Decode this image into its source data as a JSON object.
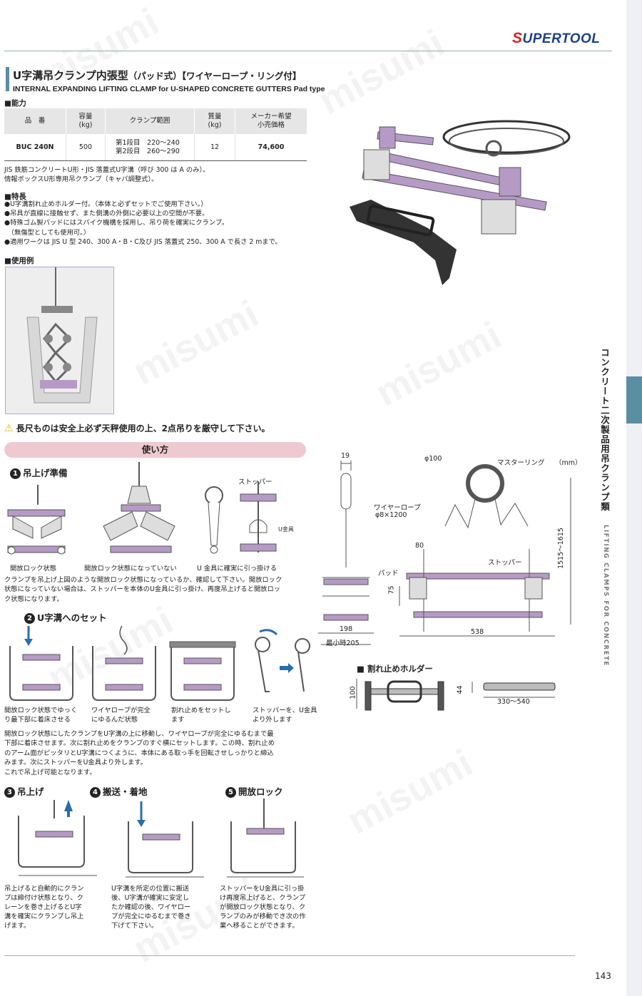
{
  "brand": "SUPERTOOL",
  "title": {
    "jp": "U字溝吊クランプ内張型",
    "jp_sub": "（パッド式）【ワイヤーロープ・リング付】",
    "en": "INTERNAL EXPANDING LIFTING CLAMP for U-SHAPED CONCRETE GUTTERS Pad type"
  },
  "capacity": {
    "heading": "■能力",
    "headers": [
      "品　番",
      "容量\n(kg)",
      "クランプ範囲",
      "質量\n(kg)",
      "メーカー希望\n小売価格"
    ],
    "row": {
      "model": "BUC 240N",
      "capacity": "500",
      "range": "第1段目　220〜240\n第2段目　260〜290",
      "weight": "12",
      "price": "74,600"
    },
    "notes": "JIS 鉄筋コンクリートU形・JIS 落蓋式U字溝（呼び 300 は A のみ）。\n情報ボックスU形専用吊クランプ（キャパ調整式）。"
  },
  "features": {
    "heading": "■特長",
    "text": "●U字溝割れ止めホルダー付。（本体と必ずセットでご使用下さい。）\n●吊具が直線に接触せず、また側溝の外側に必要以上の空間が不要。\n●特殊ゴム製パッドにはスパイク機構を採用し、吊り荷を確実にクランプ。\n　（無傷型としても使用可。）\n●適用ワークは JIS U 型 240、300 A・B・C及び JIS 落蓋式 250、300 A で長さ 2 mまで。"
  },
  "example_heading": "■使用例",
  "warning": "長尺ものは安全上必ず天秤使用の上、2点吊りを厳守して下さい。",
  "usage": {
    "title": "使い方",
    "step1": {
      "num": "1",
      "label": "吊上げ準備",
      "caption_a": "開放ロック状態",
      "caption_b": "開放ロック状態になっていない",
      "caption_c": "U 金具に確実に引っ掛ける",
      "stopper": "ストッパー",
      "ubracket": "U金具",
      "text": "クランプを吊上げ上図のような開放ロック状態になっているか、確認して下さい。開放ロック\n状態になっていない場合は、ストッパーを本体のU金具に引っ掛け、再度吊上げると開放ロッ\nク状態になります。"
    },
    "step2": {
      "num": "2",
      "label": "U字溝へのセット",
      "cap1": "開放ロック状態でゆっく\nり最下部に着床させる",
      "cap2": "ワイヤロープが完全\nにゆるんだ状態",
      "cap3": "割れ止めをセットし\nます",
      "cap4": "ストッパーを、U金具\nより外します",
      "text": "開放ロック状態にしたクランプをU字溝の上に移動し、ワイヤロープが完全にゆるむまで最\n下部に着床させます。次に割れ止めをクランプのすぐ横にセットします。この時、割れ止め\nのアーム面がピッタリとU字溝につくように、本体にある取っ手を回転させしっかりと締込\nみます。次にストッパーをU金具より外します。\nこれで吊上げ可能となります。"
    },
    "step3": {
      "num": "3",
      "label": "吊上げ",
      "text": "吊上げると自動的にクラン\nプは締付け状態となり、ク\nレーンを巻き上げるとU字\n溝を確実にクランプし吊上\nげます。"
    },
    "step4": {
      "num": "4",
      "label": "搬送・着地",
      "text": "U字溝を所定の位置に搬送\n後、U字溝が確実に安定し\nたか確認の後、ワイヤロー\nプが完全にゆるむまで巻き\n下げて下さい。"
    },
    "step5": {
      "num": "5",
      "label": "開放ロック",
      "text": "ストッパーをU金具に引っ掛\nけ再度吊上げると、クランプ\nが開放ロック状態となり、ク\nランプのみが移動でき次の作\n業へ移ることができます。"
    }
  },
  "dimensions": {
    "d19": "19",
    "d198": "198",
    "dmin": "最小時205",
    "phi100": "φ100",
    "master_ring": "マスターリング",
    "unit": "（mm）",
    "wire": "ワイヤーロープ",
    "wire_spec": "φ8×1200",
    "d80": "80",
    "stopper": "ストッパー",
    "pad": "パッド",
    "d75": "75",
    "d538": "538",
    "height": "1515〜1615"
  },
  "holder": {
    "heading": "■ 割れ止めホルダー",
    "d100": "100",
    "d44": "44",
    "range": "330〜540"
  },
  "side": {
    "jp": "コンクリート二次製品用吊クランプ類",
    "en": "LIFTING CLAMPS FOR CONCRETE"
  },
  "watermark": "misumi",
  "page_number": "143",
  "colors": {
    "accent": "#5a8ea3",
    "clamp_purple": "#b69ac6",
    "usage_pink": "#efc9d1",
    "brand_blue": "#1d3f86",
    "brand_red": "#d2232a"
  }
}
